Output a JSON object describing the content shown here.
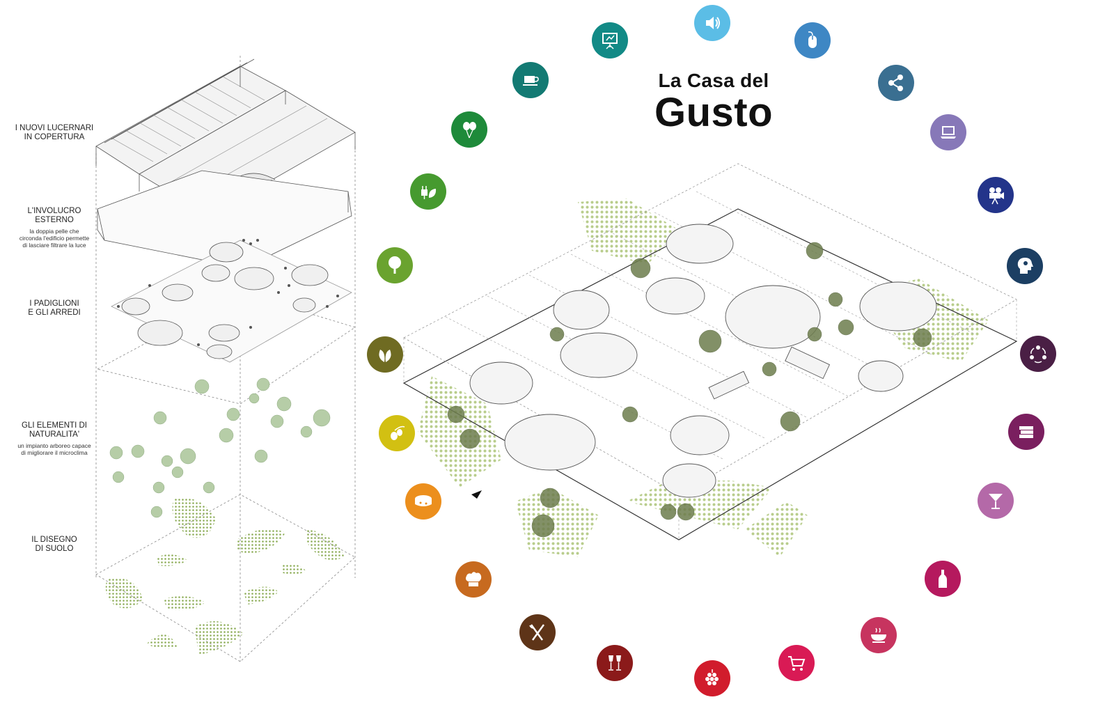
{
  "title": {
    "line1": "La Casa del",
    "line2": "Gusto"
  },
  "layers": [
    {
      "name": "I NUOVI LUCERNARI\nIN COPERTURA",
      "desc": ""
    },
    {
      "name": "L'INVOLUCRO\nESTERNO",
      "desc": "la doppia pelle che\ncirconda l'edificio permette\ndi lasciare filtrare la luce"
    },
    {
      "name": "I PADIGLIONI\nE GLI ARREDI",
      "desc": ""
    },
    {
      "name": "GLI ELEMENTI DI\nNATURALITA'",
      "desc": "un impianto arboreo capace\ndi migliorare il microclima"
    },
    {
      "name": "IL DISEGNO\nDI SUOLO",
      "desc": ""
    }
  ],
  "icons": [
    {
      "name": "speaker-icon",
      "color": "#5bbde6"
    },
    {
      "name": "mouse-icon",
      "color": "#3e87c4"
    },
    {
      "name": "share-icon",
      "color": "#3a6f91"
    },
    {
      "name": "laptop-icon",
      "color": "#8778b8"
    },
    {
      "name": "film-camera-icon",
      "color": "#23348a"
    },
    {
      "name": "brain-gear-icon",
      "color": "#1c3f63"
    },
    {
      "name": "people-network-icon",
      "color": "#4a1f45"
    },
    {
      "name": "books-icon",
      "color": "#7a1f5f"
    },
    {
      "name": "cocktail-icon",
      "color": "#b469a8"
    },
    {
      "name": "wine-bottle-icon",
      "color": "#b5195e"
    },
    {
      "name": "soup-bowl-icon",
      "color": "#c7345f"
    },
    {
      "name": "cart-icon",
      "color": "#d91a55"
    },
    {
      "name": "grapes-icon",
      "color": "#d11c2c"
    },
    {
      "name": "wine-glasses-icon",
      "color": "#8b1a1a"
    },
    {
      "name": "cutlery-icon",
      "color": "#5e3418"
    },
    {
      "name": "chef-hat-icon",
      "color": "#c76a1f"
    },
    {
      "name": "cheese-icon",
      "color": "#ec8f1d"
    },
    {
      "name": "olive-icon",
      "color": "#d2c012"
    },
    {
      "name": "leaves-icon",
      "color": "#6f6b22"
    },
    {
      "name": "tree-icon",
      "color": "#6aa32f"
    },
    {
      "name": "plug-leaf-icon",
      "color": "#469a2f"
    },
    {
      "name": "balloons-icon",
      "color": "#1e8a3a"
    },
    {
      "name": "coffee-cup-icon",
      "color": "#137a73"
    },
    {
      "name": "presentation-board-icon",
      "color": "#128a86"
    }
  ],
  "colors": {
    "green_dots": "#9cb56a",
    "tree": "#a9c49b",
    "line": "#555555"
  }
}
